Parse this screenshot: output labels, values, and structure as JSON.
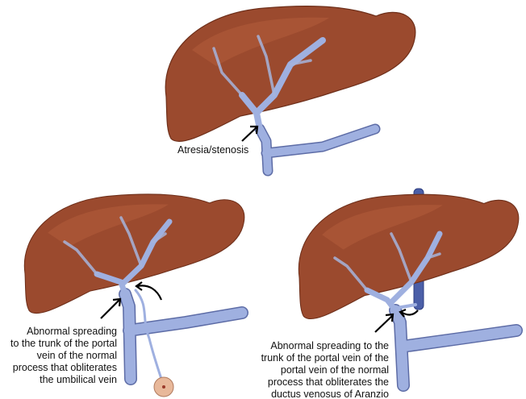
{
  "panels": [
    {
      "label_lines": [
        "Atresia/stenosis"
      ]
    },
    {
      "label_lines": [
        "Abnormal spreading",
        "to the trunk of the portal",
        "vein of the normal",
        "process that obliterates",
        "the umbilical vein"
      ]
    },
    {
      "label_lines": [
        "Abnormal spreading to the",
        "trunk of the portal vein of the",
        "portal vein of the normal",
        "process that obliterates the",
        "ductus venosus of Aranzio"
      ]
    }
  ],
  "colors": {
    "liver": "#9b4a2e",
    "vein": "#9fb0e0",
    "vein_outline": "#5d6ca6"
  }
}
